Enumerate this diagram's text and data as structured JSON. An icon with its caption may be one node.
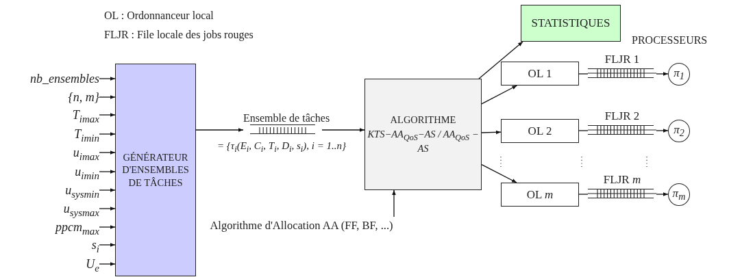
{
  "diagram": {
    "nodes": [
      {
        "text": [
          "nb_ensembles"
        ]
      },
      {
        "text": [
          "{n, m}"
        ]
      },
      {
        "text": [
          "T$_{imax}$"
        ]
      },
      {
        "text": [
          "T$_{imin}$"
        ]
      },
      {
        "text": [
          "u$_{imax}$"
        ]
      },
      {
        "text": [
          "u$_{imin}$"
        ]
      },
      {
        "text": [
          "u$_{sysmin}$"
        ]
      },
      {
        "text": [
          "u$_{sysmax}$"
        ]
      },
      {
        "text": [
          "ppcm$_{max}$"
        ]
      },
      {
        "text": [
          "s$_{i}$"
        ]
      },
      {
        "text": [
          "U$_{e}$"
        ]
      },
      {
        "text": [
          "GÉNÉRATEUR D'ENSEMBLES DE TÂCHES"
        ]
      },
      {
        "text": [
          "Ensemble de tâches"
        ],
        "beside": [
          "= {τ$_{i}$(E$_{i}$, C$_{i}$, T$_{i}$, D$_{i}$, s$_{i}$), i = 1..n}"
        ]
      },
      {
        "text": [
          "ALGORITHME",
          "KTS−AA$_{QoS}$−AS / AA$_{QoS}$ − AS"
        ]
      },
      {
        "text": [
          "STATISTIQUES"
        ]
      },
      {
        "text": [
          "OL 1"
        ]
      },
      {
        "text": [
          "OL 2"
        ]
      },
      {
        "text": [
          "OL *m*"
        ]
      },
      {
        "text": [
          "FLJR 1"
        ]
      },
      {
        "text": [
          "FLJR 2"
        ]
      },
      {
        "text": [
          "FLJR *m*"
        ]
      },
      {
        "text": [
          "π$_{1}$"
        ]
      },
      {
        "text": [
          "π$_{2}$"
        ]
      },
      {
        "text": [
          "π$_{m}$"
        ]
      },
      {
        "text": [
          "Algorithme d'Allocation AA (FF, BF, ...)"
        ]
      }
    ],
    "edges": [
      {
        "from": 0,
        "to": 11,
        "arrow": "to"
      },
      {
        "from": 1,
        "to": 11,
        "arrow": "to"
      },
      {
        "from": 2,
        "to": 11,
        "arrow": "to"
      },
      {
        "from": 3,
        "to": 11,
        "arrow": "to"
      },
      {
        "from": 4,
        "to": 11,
        "arrow": "to"
      },
      {
        "from": 5,
        "to": 11,
        "arrow": "to"
      },
      {
        "from": 6,
        "to": 11,
        "arrow": "to"
      },
      {
        "from": 7,
        "to": 11,
        "arrow": "to"
      },
      {
        "from": 8,
        "to": 11,
        "arrow": "to"
      },
      {
        "from": 9,
        "to": 11,
        "arrow": "to"
      },
      {
        "from": 10,
        "to": 11,
        "arrow": "to"
      },
      {
        "from": 11,
        "to": 12,
        "arrow": "to"
      },
      {
        "from": 12,
        "to": 13,
        "arrow": "to"
      },
      {
        "from": 24,
        "to": 13,
        "arrow": "to"
      },
      {
        "from": 13,
        "to": 14,
        "arrow": "to"
      },
      {
        "from": 13,
        "to": 15,
        "arrow": "to"
      },
      {
        "from": 13,
        "to": 16,
        "arrow": "to"
      },
      {
        "from": 13,
        "to": 17,
        "arrow": "to"
      },
      {
        "from": 15,
        "to": 18,
        "arrow": "none"
      },
      {
        "from": 18,
        "to": 21,
        "arrow": "to"
      },
      {
        "from": 16,
        "to": 19,
        "arrow": "none"
      },
      {
        "from": 19,
        "to": 22,
        "arrow": "to"
      },
      {
        "from": 17,
        "to": 20,
        "arrow": "none"
      },
      {
        "from": 20,
        "to": 23,
        "arrow": "to"
      }
    ],
    "labels": [
      "OL : Ordonnanceur local",
      "FLJR : File locale des jobs rouges",
      "PROCESSEURS"
    ]
  }
}
